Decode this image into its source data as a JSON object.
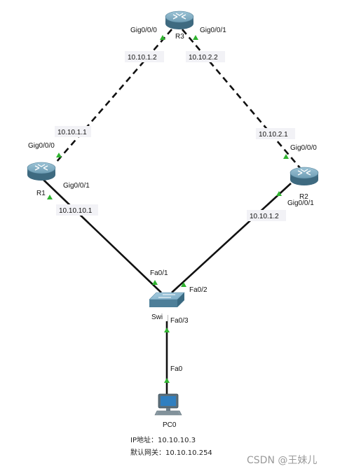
{
  "devices": {
    "r1": {
      "name": "R1"
    },
    "r2": {
      "name": "R2"
    },
    "r3": {
      "name": "R3"
    },
    "switch": {
      "name": "Swi"
    },
    "pc": {
      "name": "PC0"
    }
  },
  "links": {
    "r3_r1": {
      "a_port": "Gig0/0/0",
      "a_ip": "10.10.1.2",
      "b_port": "Gig0/0/0",
      "b_ip": "10.10.1.1"
    },
    "r3_r2": {
      "a_port": "Gig0/0/1",
      "a_ip": "10.10.2.2",
      "b_port": "Gig0/0/0",
      "b_ip": "10.10.2.1"
    },
    "r1_sw": {
      "a_port": "Gig0/0/1",
      "a_ip": "10.10.10.1",
      "b_port": "Fa0/1"
    },
    "r2_sw": {
      "a_port": "Gig0/0/1",
      "a_ip": "10.10.1.2",
      "b_port": "Fa0/2"
    },
    "sw_pc": {
      "a_port": "Fa0/3",
      "b_port": "Fa0"
    }
  },
  "pc_info": {
    "ip_line": "IP地址：10.10.10.3",
    "gateway_line": "默认网关：10.10.10.254"
  },
  "watermark": "CSDN @王妹儿",
  "colors": {
    "router": "#5f8fa8",
    "switch": "#6ea0be",
    "port_up": "#2fb32f",
    "link": "#111111"
  }
}
